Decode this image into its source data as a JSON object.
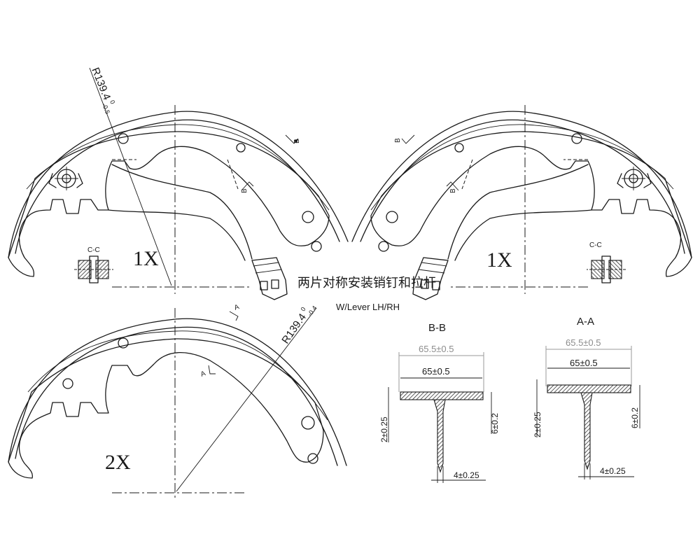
{
  "views": {
    "top_left": {
      "radius": "R139.4",
      "tol_upper": "0",
      "tol_lower": "-0.5",
      "qty": "1X",
      "section_c": "C-C",
      "section_b": "B"
    },
    "top_right": {
      "qty": "1X",
      "section_c": "C-C",
      "section_b": "B"
    },
    "bottom": {
      "radius": "R139.4",
      "tol_upper": "0",
      "tol_lower": "-0.4",
      "qty": "2X",
      "section_a": "A"
    }
  },
  "note": {
    "chinese": "两片对称安装销钉和拉杆",
    "english": "W/Lever  LH/RH"
  },
  "sections": [
    {
      "title": "B-B",
      "outer_width": "65.5±0.5",
      "inner_width": "65±0.5",
      "web_height": "2±0.25",
      "table_thickness": "6±0.2",
      "web_thickness": "4±0.25"
    },
    {
      "title": "A-A",
      "outer_width": "65.5±0.5",
      "inner_width": "65±0.5",
      "web_height": "2±0.25",
      "table_thickness": "6±0.2",
      "web_thickness": "4±0.25"
    }
  ],
  "colors": {
    "line": "#1a1a1a",
    "dim_gray": "#8c8c8c",
    "background": "#ffffff"
  }
}
